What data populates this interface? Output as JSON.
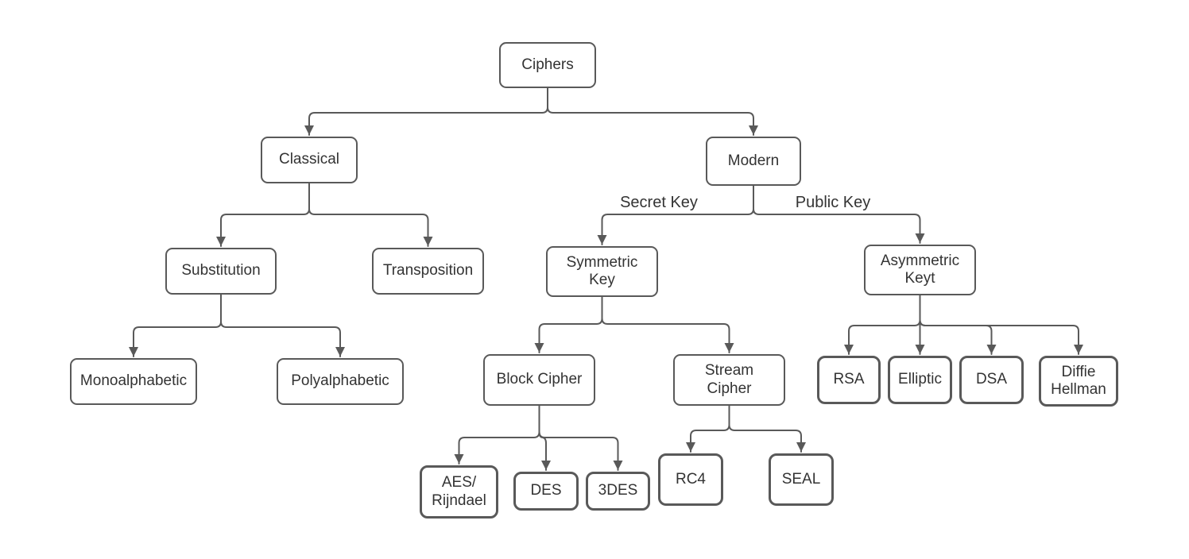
{
  "diagram": {
    "type": "flowchart-tree",
    "nodes": {
      "ciphers": {
        "label": "Ciphers"
      },
      "classical": {
        "label": "Classical"
      },
      "modern": {
        "label": "Modern"
      },
      "substitution": {
        "label": "Substitution"
      },
      "transposition": {
        "label": "Transposition"
      },
      "monoalphabetic": {
        "label": "Monoalphabetic"
      },
      "polyalphabetic": {
        "label": "Polyalphabetic"
      },
      "symmetric_key": {
        "label": "Symmetric\nKey"
      },
      "asymmetric_key": {
        "label": "Asymmetric\nKeyt"
      },
      "block_cipher": {
        "label": "Block Cipher"
      },
      "stream_cipher": {
        "label": "Stream\nCipher"
      },
      "aes_rijndael": {
        "label": "AES/\nRijndael"
      },
      "des": {
        "label": "DES"
      },
      "triple_des": {
        "label": "3DES"
      },
      "rc4": {
        "label": "RC4"
      },
      "seal": {
        "label": "SEAL"
      },
      "rsa": {
        "label": "RSA"
      },
      "elliptic": {
        "label": "Elliptic"
      },
      "dsa": {
        "label": "DSA"
      },
      "diffie_hellman": {
        "label": "Diffie\nHellman"
      }
    },
    "edge_labels": {
      "secret_key": "Secret Key",
      "public_key": "Public Key"
    },
    "colors": {
      "node_border": "#595959",
      "connector": "#595959",
      "text": "#333333",
      "node_fill": "#ffffff",
      "background": "#ffffff"
    }
  }
}
